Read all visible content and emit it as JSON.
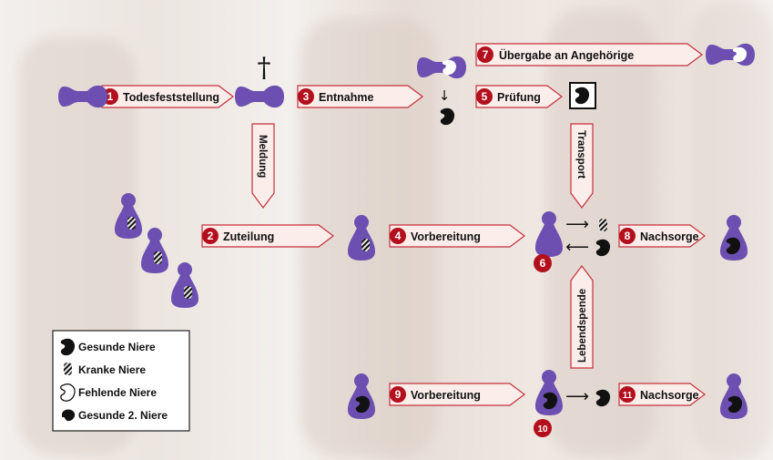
{
  "colors": {
    "person": "#6c4fb0",
    "badge": "#b3101d",
    "arrow_fill": "#fbeeea",
    "arrow_stroke": "#c62f3c",
    "kidney": "#111111"
  },
  "steps": [
    {
      "num": "1",
      "label": "Todesfeststellung"
    },
    {
      "num": "2",
      "label": "Zuteilung"
    },
    {
      "num": "3",
      "label": "Entnahme"
    },
    {
      "num": "4",
      "label": "Vorbereitung"
    },
    {
      "num": "5",
      "label": "Prüfung"
    },
    {
      "num": "6"
    },
    {
      "num": "7",
      "label": "Übergabe an Angehörige"
    },
    {
      "num": "8",
      "label": "Nachsorge"
    },
    {
      "num": "9",
      "label": "Vorbereitung"
    },
    {
      "num": "10"
    },
    {
      "num": "11",
      "label": "Nachsorge"
    }
  ],
  "vertical_labels": {
    "meldung": "Meldung",
    "transport": "Transport",
    "lebendspende": "Lebendspende"
  },
  "symbols": {
    "cross": "†",
    "arrow_down": "↓",
    "arrow_right": "⟶",
    "arrow_left": "⟵"
  },
  "legend": [
    {
      "icon": "healthy-kidney-icon",
      "label": "Gesunde Niere"
    },
    {
      "icon": "diseased-kidney-icon",
      "label": "Kranke Niere"
    },
    {
      "icon": "missing-kidney-icon",
      "label": "Fehlende Niere"
    },
    {
      "icon": "second-kidney-icon",
      "label": "Gesunde 2. Niere"
    }
  ]
}
